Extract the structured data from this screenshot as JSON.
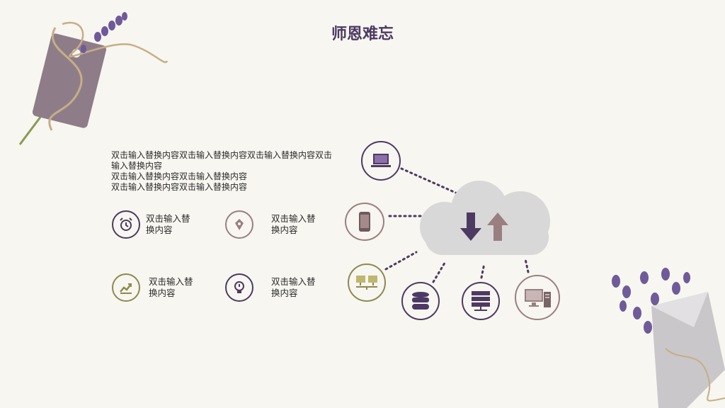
{
  "slide": {
    "title": "师恩难忘",
    "paragraph_lines": [
      "双击输入替换内容双击输入替换内容双击输入替换内容双击",
      "输入替换内容",
      "双击输入替换内容双击输入替换内容",
      "双击输入替换内容双击输入替换内容"
    ],
    "features": [
      {
        "label": "双击输入替换内容",
        "icon": "alarm-clock-icon",
        "color": "#4d3a63"
      },
      {
        "label": "双击输入替换内容",
        "icon": "pen-icon",
        "color": "#9a7f80"
      },
      {
        "label": "双击输入替换内容",
        "icon": "chart-growth-icon",
        "color": "#8d8a4e"
      },
      {
        "label": "双击输入替换内容",
        "icon": "lightbulb-icon",
        "color": "#4d3a63"
      }
    ],
    "network": {
      "center": "cloud-upload-download-icon",
      "nodes": [
        "laptop-icon",
        "smartphone-icon",
        "network-icon",
        "database-icon",
        "server-icon",
        "desktop-computer-icon"
      ]
    },
    "colors": {
      "purple": "#4d3a63",
      "mauve": "#9a7f80",
      "olive": "#8d8a4e",
      "cloud": "#d9d8d8",
      "background": "#f7f6f0"
    }
  }
}
